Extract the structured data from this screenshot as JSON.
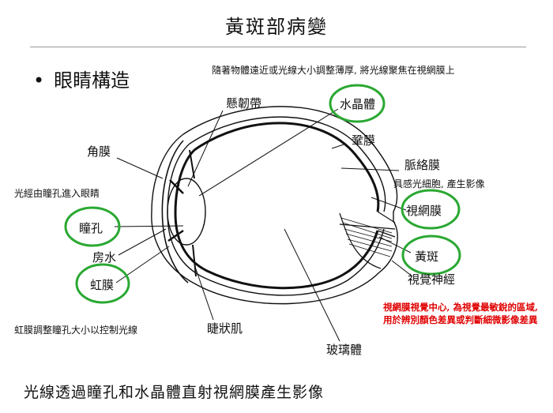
{
  "title": "黃斑部病變",
  "bullet": {
    "symbol": "•",
    "heading": "眼睛構造"
  },
  "notes": {
    "top": "隨著物體遠近或光線大小調整薄厚, 將光線聚焦在視網膜上",
    "pupil_note": "光經由瞳孔進入眼睛",
    "iris_note": "虹膜調整瞳孔大小以控制光線",
    "retina_note": "具感光細胞, 產生影像"
  },
  "labels": {
    "suspensory_ligament": "懸韌帶",
    "lens": "水晶體",
    "sclera": "鞏膜",
    "cornea": "角膜",
    "choroid": "脈絡膜",
    "retina": "視網膜",
    "pupil": "瞳孔",
    "aqueous": "房水",
    "macula": "黃斑",
    "optic_nerve": "視覺神經",
    "iris": "虹膜",
    "ciliary": "睫狀肌",
    "vitreous": "玻璃體"
  },
  "red_note": "視網膜視覺中心, 為視覺最敏銳的區域, 用於辨別顏色差異或判斷細微影像差異",
  "footer": "光線透過瞳孔和水晶體直射視網膜產生影像",
  "colors": {
    "highlight_ring": "#2aa832",
    "red_text": "#e00000",
    "line": "#111111"
  }
}
